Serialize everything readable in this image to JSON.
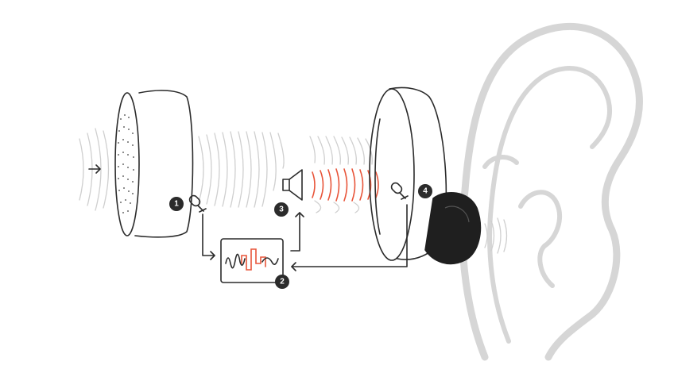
{
  "steps": [
    {
      "id": 1,
      "label": "1",
      "element": "outer-microphone"
    },
    {
      "id": 2,
      "label": "2",
      "element": "noise-processor"
    },
    {
      "id": 3,
      "label": "3",
      "element": "speaker"
    },
    {
      "id": 4,
      "label": "4",
      "element": "inner-microphone"
    }
  ],
  "colors": {
    "line": "#2b2b2b",
    "ambient_waves": "#cfcfcf",
    "anti_noise_waves": "#e8553a",
    "ear": "#d6d6d6",
    "background": "#ffffff"
  },
  "icons": [
    "arrow-right-icon",
    "microphone-icon",
    "speaker-icon",
    "waveform-icon",
    "ear-icon"
  ]
}
